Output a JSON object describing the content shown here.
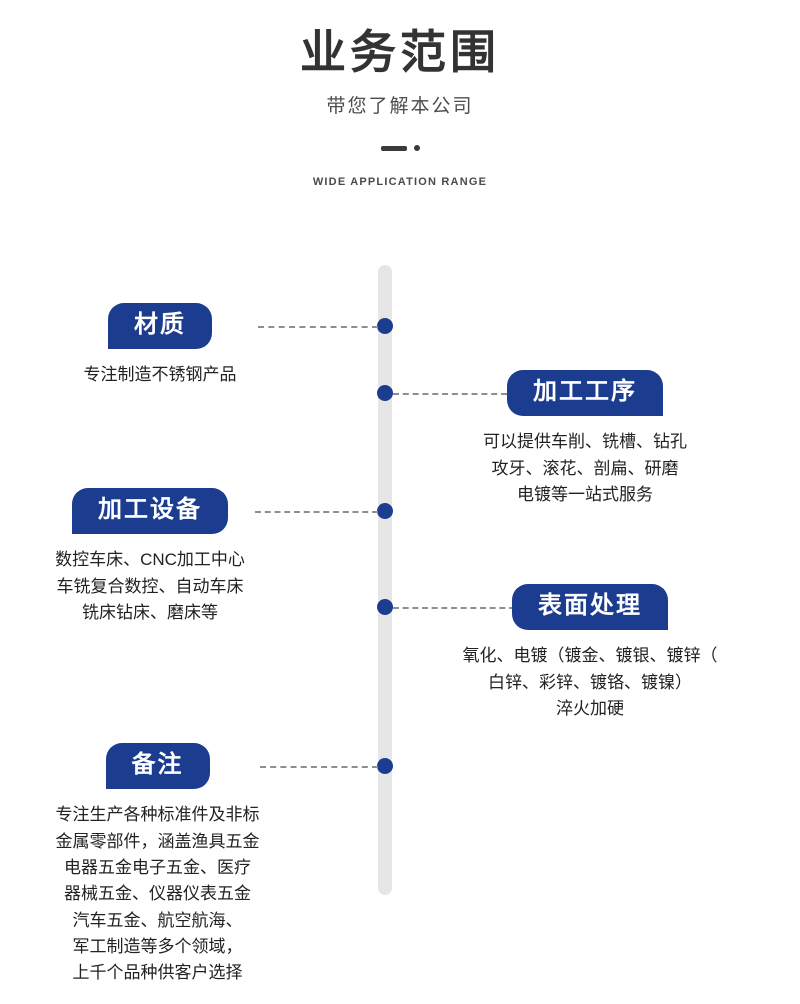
{
  "header": {
    "title": "业务范围",
    "subtitle": "带您了解本公司",
    "english_title": "WIDE APPLICATION RANGE",
    "divider_icon": "dash-dot-divider"
  },
  "theme": {
    "accent": "#1b3c8f",
    "timeline_track": "#e6e6e6",
    "connector": "#8e8e8e",
    "text": "#222222"
  },
  "timeline": {
    "items": [
      {
        "id": "material",
        "side": "left",
        "tag": "材质",
        "desc": "专注制造不锈钢产品"
      },
      {
        "id": "processing-steps",
        "side": "right",
        "tag": "加工工序",
        "desc": "可以提供车削、铣槽、钻孔\n攻牙、滚花、剖扁、研磨\n电镀等一站式服务"
      },
      {
        "id": "processing-equipment",
        "side": "left",
        "tag": "加工设备",
        "desc": "数控车床、CNC加工中心\n车铣复合数控、自动车床\n铣床钻床、磨床等"
      },
      {
        "id": "surface-treatment",
        "side": "right",
        "tag": "表面处理",
        "desc": "氧化、电镀（镀金、镀银、镀锌（\n白锌、彩锌、镀铬、镀镍）\n淬火加硬"
      },
      {
        "id": "remarks",
        "side": "left",
        "tag": "备注",
        "desc": "专注生产各种标准件及非标\n金属零部件，涵盖渔具五金\n电器五金电子五金、医疗\n器械五金、仪器仪表五金\n汽车五金、航空航海、\n军工制造等多个领域，\n上千个品种供客户选择"
      }
    ]
  }
}
